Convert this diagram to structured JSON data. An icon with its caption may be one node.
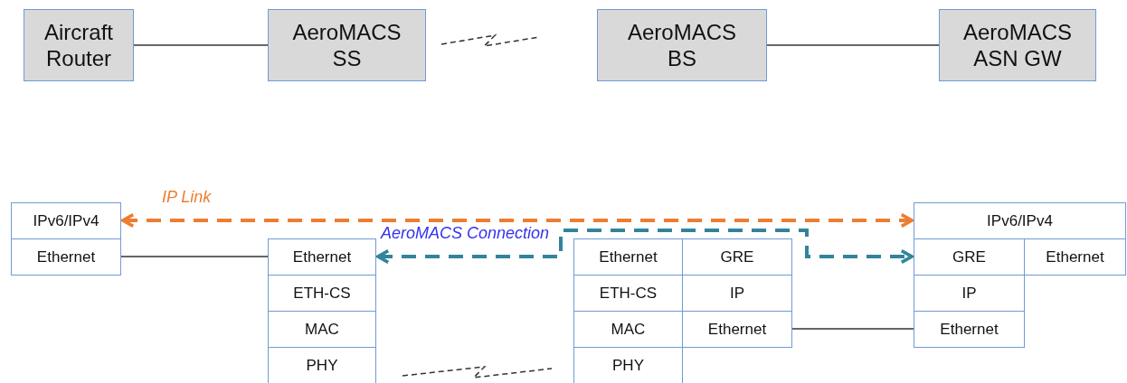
{
  "diagram": {
    "nodes": [
      {
        "text": [
          "Aircraft Router"
        ]
      },
      {
        "text": [
          "AeroMACS SS"
        ]
      },
      {
        "text": [
          "AeroMACS BS"
        ]
      },
      {
        "text": [
          "AeroMACS ASN GW"
        ]
      },
      {
        "text": [
          "IPv6/IPv4"
        ]
      },
      {
        "text": [
          "Ethernet"
        ]
      },
      {
        "text": [
          "Ethernet"
        ]
      },
      {
        "text": [
          "ETH-CS"
        ]
      },
      {
        "text": [
          "MAC"
        ]
      },
      {
        "text": [
          "PHY"
        ]
      },
      {
        "text": [
          "Ethernet"
        ]
      },
      {
        "text": [
          "GRE"
        ]
      },
      {
        "text": [
          "ETH-CS"
        ]
      },
      {
        "text": [
          "IP"
        ]
      },
      {
        "text": [
          "MAC"
        ]
      },
      {
        "text": [
          "Ethernet"
        ]
      },
      {
        "text": [
          "PHY"
        ]
      },
      {
        "text": [
          "IPv6/IPv4"
        ]
      },
      {
        "text": [
          "GRE"
        ]
      },
      {
        "text": [
          "Ethernet"
        ]
      },
      {
        "text": [
          "IP"
        ]
      },
      {
        "text": [
          "Ethernet"
        ]
      }
    ],
    "edges": [
      {
        "from": 0,
        "to": 1,
        "arrow": "none"
      },
      {
        "from": 2,
        "to": 3,
        "arrow": "none"
      },
      {
        "from": 5,
        "to": 6,
        "arrow": "none"
      },
      {
        "from": 4,
        "to": 17,
        "arrow": "both",
        "label": "IP Link",
        "style": "dashed",
        "color": "#ed7d31"
      },
      {
        "from": 6,
        "to": 18,
        "arrow": "both",
        "label": "AeroMACS Connection",
        "style": "dashed",
        "color": "#31849b"
      },
      {
        "from": 15,
        "to": 21,
        "arrow": "none"
      }
    ]
  }
}
